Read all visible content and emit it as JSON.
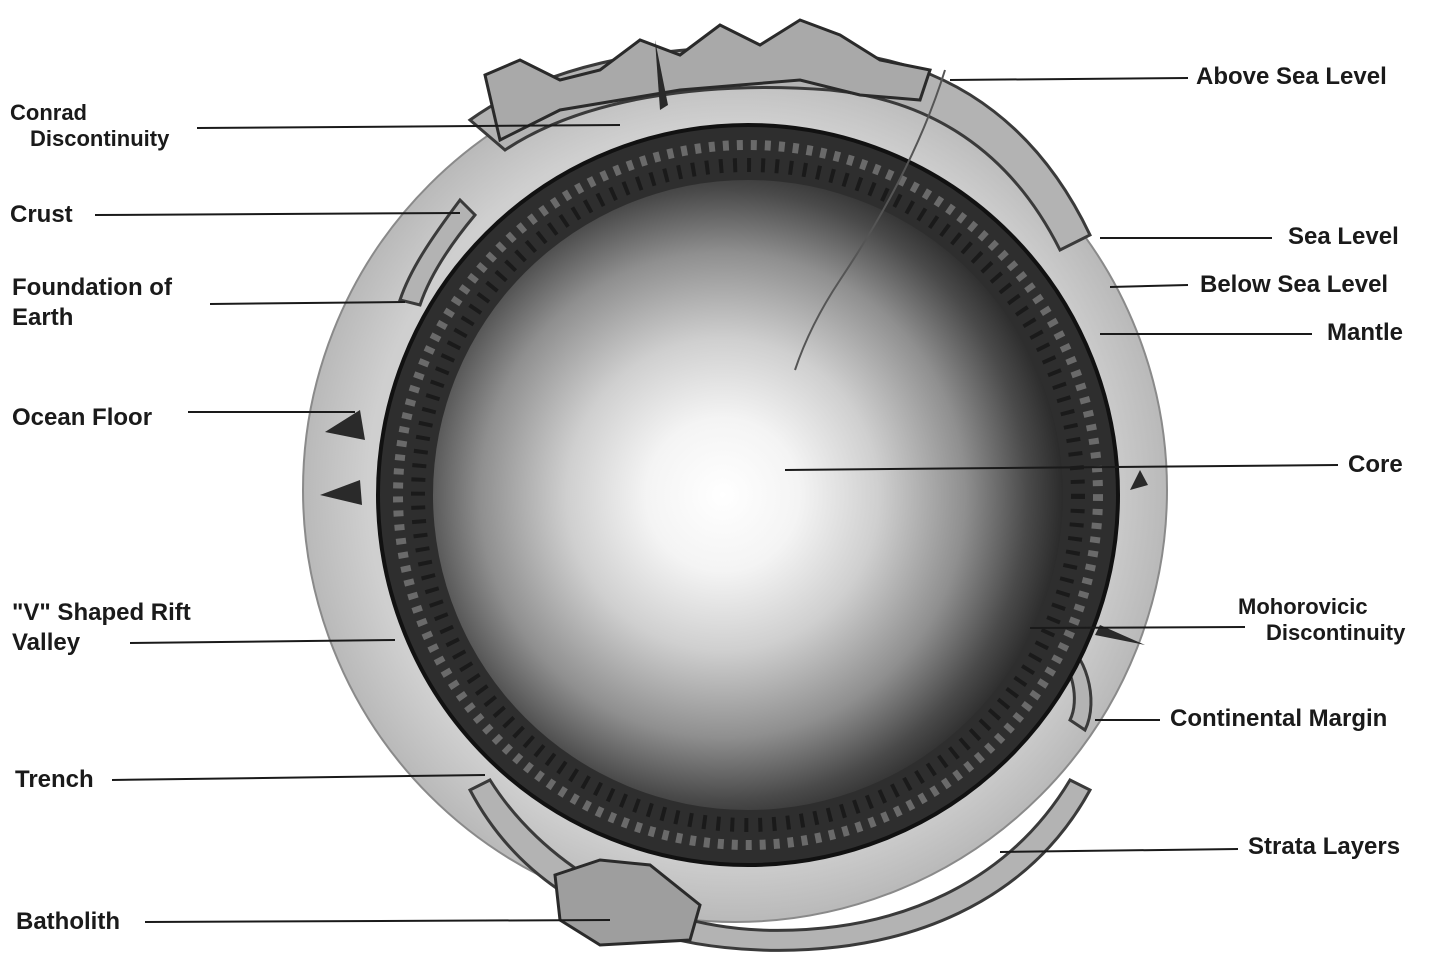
{
  "labels": {
    "conrad_discontinuity": {
      "line1": "Conrad",
      "line2": "Discontinuity"
    },
    "crust": "Crust",
    "foundation_of_earth": {
      "line1": "Foundation of",
      "line2": "Earth"
    },
    "ocean_floor": "Ocean Floor",
    "v_shaped_rift_valley": {
      "line1": "\"V\" Shaped Rift",
      "line2": "Valley"
    },
    "trench": "Trench",
    "batholith": "Batholith",
    "above_sea_level": "Above Sea Level",
    "sea_level": "Sea Level",
    "below_sea_level": "Below Sea Level",
    "mantle": "Mantle",
    "core": "Core",
    "mohorovicic_discontinuity": {
      "line1": "Mohorovicic",
      "line2": "Discontinuity"
    },
    "continental_margin": "Continental Margin",
    "strata_layers": "Strata Layers"
  },
  "colors": {
    "leader_line": "#1a1a1a",
    "ocean_shell": "#c9c9c9",
    "crust": "#bdbdbd",
    "mantle_dark": "#2e2e2e",
    "core_light": "#ffffff"
  }
}
